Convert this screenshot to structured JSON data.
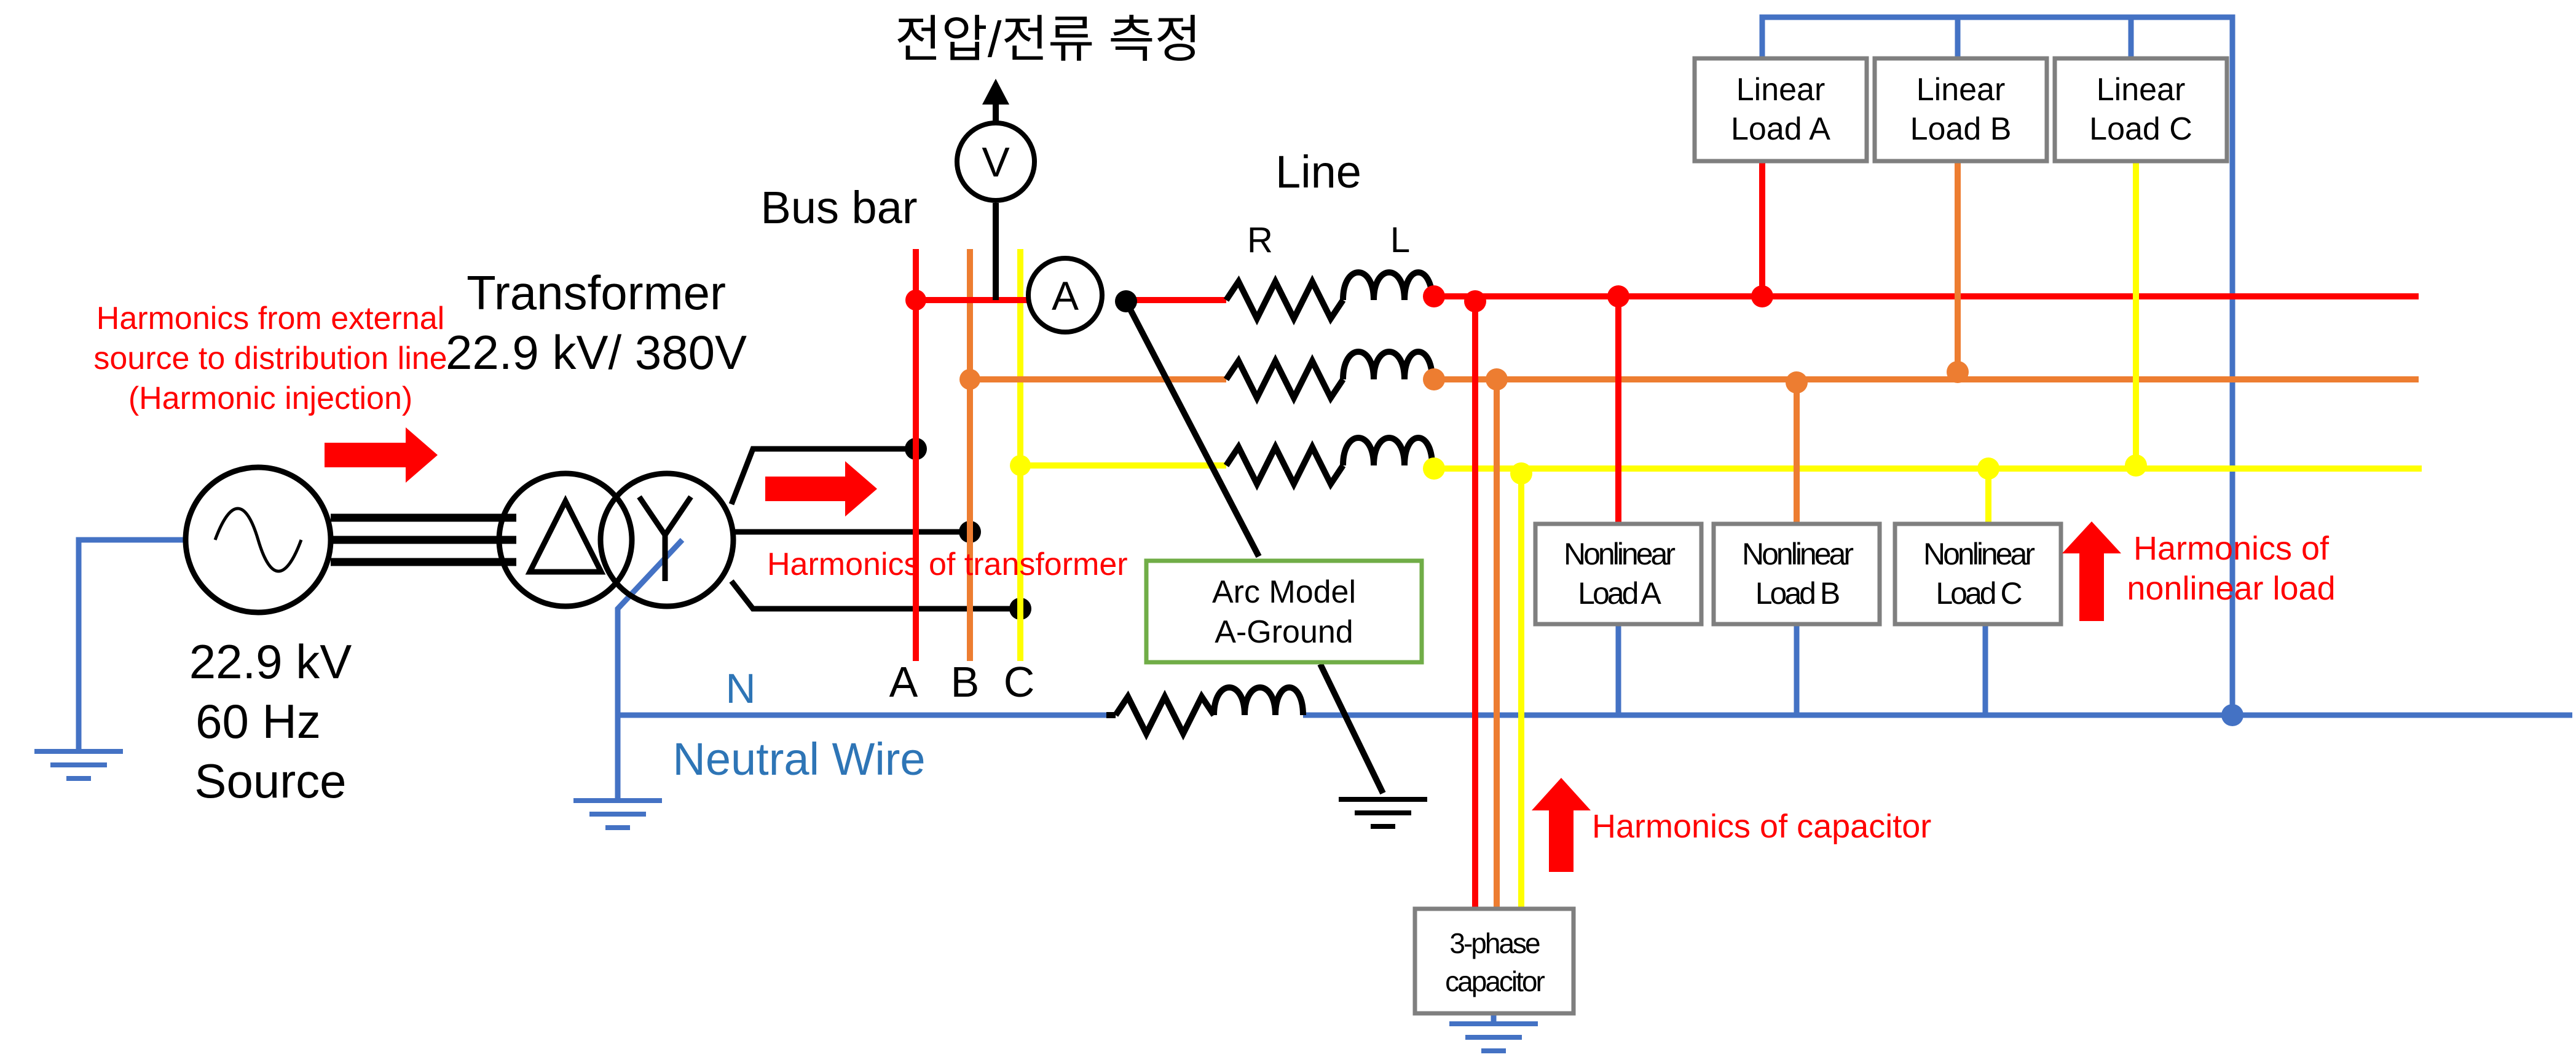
{
  "measurement": {
    "title": "전압/전류 측정",
    "voltmeter": "V",
    "ammeter": "A"
  },
  "bus": {
    "title": "Bus bar",
    "phase_a": "A",
    "phase_b": "B",
    "phase_c": "C"
  },
  "line": {
    "title": "Line",
    "r": "R",
    "l": "L"
  },
  "transformer": {
    "line1": "Transformer",
    "line2": "22.9 kV/ 380V"
  },
  "source": {
    "line1": "22.9 kV",
    "line2": "60 Hz",
    "line3": "Source"
  },
  "neutral": {
    "n": "N",
    "label": "Neutral Wire"
  },
  "harmonics": {
    "external_1": "Harmonics from external",
    "external_2": "source to distribution line",
    "external_3": "(Harmonic injection)",
    "transformer": "Harmonics of transformer",
    "capacitor": "Harmonics of capacitor",
    "nonlinear_1": "Harmonics of",
    "nonlinear_2": "nonlinear load"
  },
  "arc_model": {
    "line1": "Arc Model",
    "line2": "A-Ground"
  },
  "linear_loads": [
    {
      "line1": "Linear",
      "line2": "Load A"
    },
    {
      "line1": "Linear",
      "line2": "Load B"
    },
    {
      "line1": "Linear",
      "line2": "Load C"
    }
  ],
  "nonlinear_loads": [
    {
      "line1": "Nonlinear",
      "line2": "Load A"
    },
    {
      "line1": "Nonlinear",
      "line2": "Load B"
    },
    {
      "line1": "Nonlinear",
      "line2": "Load C"
    }
  ],
  "capacitor": {
    "line1": "3-phase",
    "line2": "capacitor"
  },
  "colors": {
    "phase_a": "#ff0000",
    "phase_b": "#ed7d31",
    "phase_c": "#ffff00",
    "neutral": "#4472c4",
    "arc_box_border": "#70ad47",
    "annotation": "#ff0000",
    "neutral_label": "#2e75b6"
  }
}
